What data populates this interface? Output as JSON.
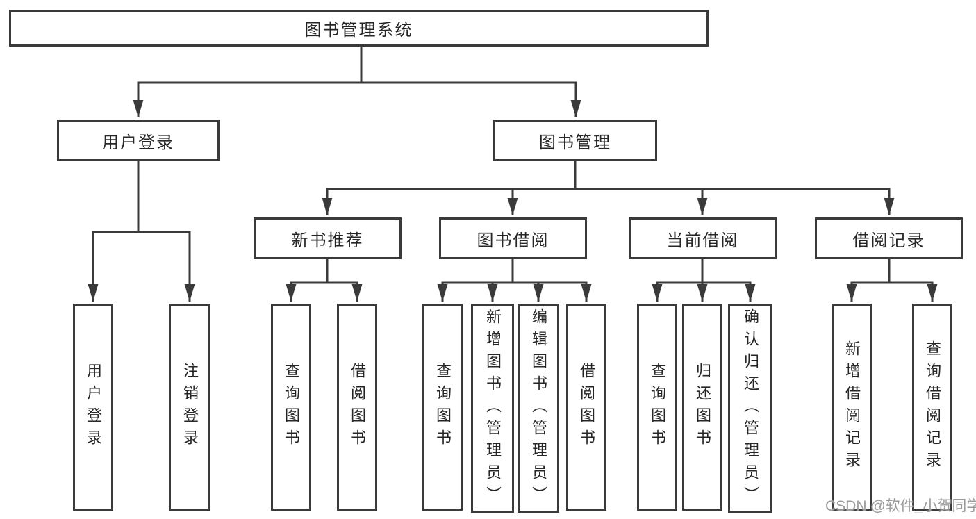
{
  "diagram": {
    "type": "tree",
    "root": {
      "label": "图书管理系统",
      "children": [
        {
          "label": "用户登录",
          "children": [
            {
              "label": "用户登录"
            },
            {
              "label": "注销登录"
            }
          ]
        },
        {
          "label": "图书管理",
          "children": [
            {
              "label": "新书推荐",
              "children": [
                {
                  "label": "查询图书"
                },
                {
                  "label": "借阅图书"
                }
              ]
            },
            {
              "label": "图书借阅",
              "children": [
                {
                  "label": "查询图书"
                },
                {
                  "label": "新增图书（管理员）"
                },
                {
                  "label": "编辑图书（管理员）"
                },
                {
                  "label": "借阅图书"
                }
              ]
            },
            {
              "label": "当前借阅",
              "children": [
                {
                  "label": "查询图书"
                },
                {
                  "label": "归还图书"
                },
                {
                  "label": "确认归还（管理员）"
                }
              ]
            },
            {
              "label": "借阅记录",
              "children": [
                {
                  "label": "新增借阅记录"
                },
                {
                  "label": "查询借阅记录"
                }
              ]
            }
          ]
        }
      ]
    },
    "watermark": "CSDN @软件_小贺同学",
    "colors": {
      "line": "#3a3a3a",
      "text": "#262626",
      "watermark": "#9b9b9b",
      "background": "#ffffff"
    }
  }
}
